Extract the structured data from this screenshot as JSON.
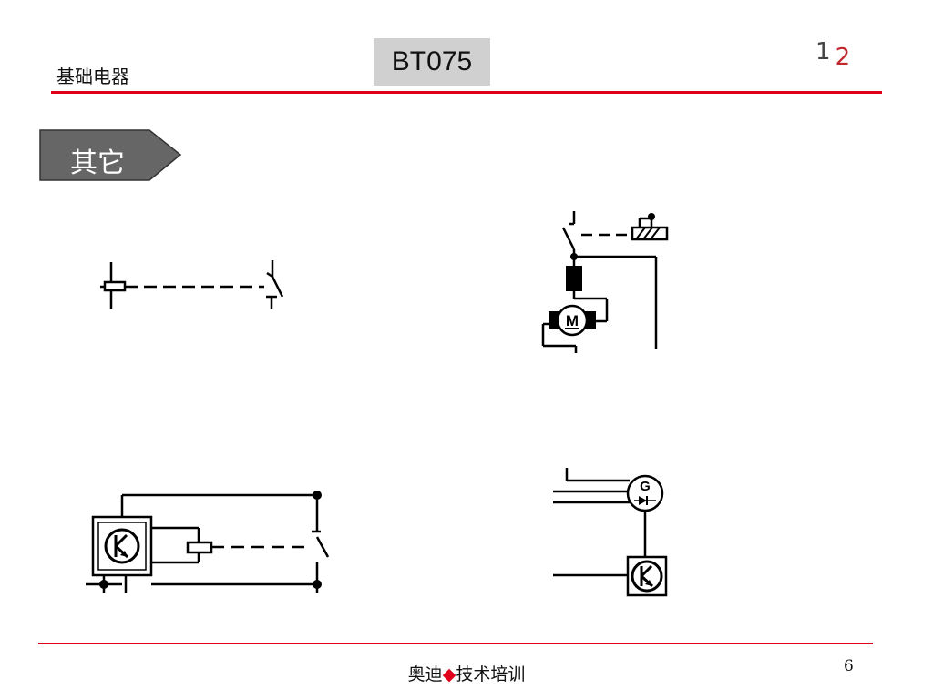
{
  "header": {
    "left_title": "基础电器",
    "course_code": "BT075",
    "page_indicator": {
      "current": "1",
      "total": "2"
    }
  },
  "section": {
    "label": "其它"
  },
  "diagrams": {
    "motor_label": "M",
    "generator_label": "G"
  },
  "footer": {
    "text_left": "奥迪",
    "diamond": "◆",
    "text_right": "技术培训",
    "page_number": "6"
  },
  "colors": {
    "accent_red": "#e0001b",
    "tab_gray": "#666666",
    "code_box_gray": "#d0d0d0"
  }
}
